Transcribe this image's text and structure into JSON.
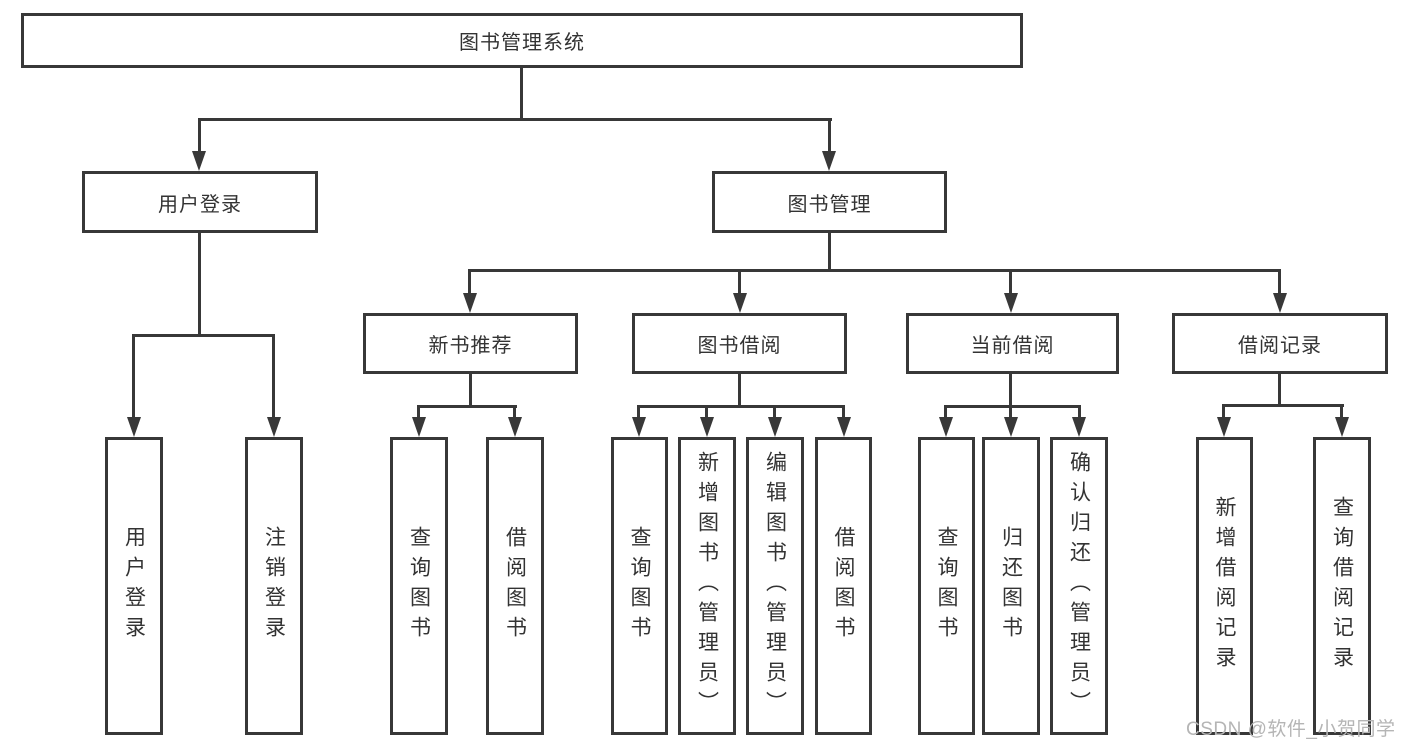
{
  "diagram": {
    "title": "图书管理系统",
    "root": "图书管理系统",
    "level2": [
      "用户登录",
      "图书管理"
    ],
    "level3": [
      "新书推荐",
      "图书借阅",
      "当前借阅",
      "借阅记录"
    ],
    "leaves": {
      "login": [
        "用户登录",
        "注销登录"
      ],
      "recommend": [
        "查询图书",
        "借阅图书"
      ],
      "borrow": [
        "查询图书",
        "新增图书（管理员）",
        "编辑图书（管理员）",
        "借阅图书"
      ],
      "current": [
        "查询图书",
        "归还图书",
        "确认归还（管理员）"
      ],
      "records": [
        "新增借阅记录",
        "查询借阅记录"
      ]
    },
    "colors": {
      "line": "#383838",
      "text": "#333333",
      "watermark": "#b5b5b5",
      "background": "#ffffff"
    }
  },
  "watermark": "CSDN @软件_小贺同学"
}
